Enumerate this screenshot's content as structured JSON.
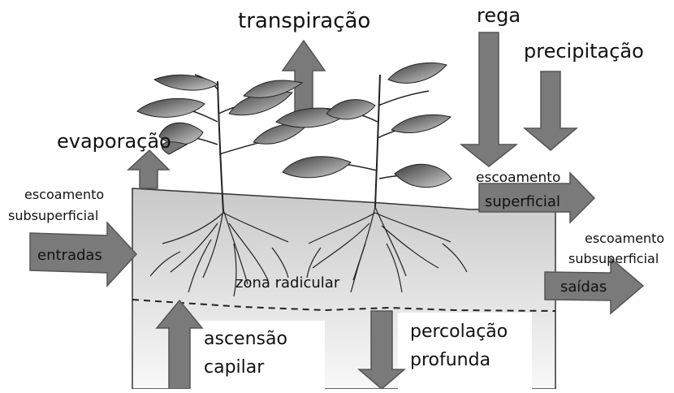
{
  "labels": {
    "transpiracao": "transpiração",
    "rega": "rega",
    "precipitacao": "precipitação",
    "evaporacao": "evaporação",
    "escoamento_superficial_1": "escoamento",
    "escoamento_superficial_2": "superficial",
    "escoamento_subsup_left_1": "escoamento",
    "escoamento_subsup_left_2": "subsuperficial",
    "escoamento_subsup_right_1": "escoamento",
    "escoamento_subsup_right_2": "subsuperficial",
    "entradas": "entradas",
    "saidas": "saídas",
    "zona_radicular": "zona radicular",
    "ascensao_1": "ascensão",
    "ascensao_2": "capilar",
    "percolacao_1": "percolação",
    "percolacao_2": "profunda"
  },
  "colors": {
    "arrow_fill": "#7a7a7a",
    "arrow_stroke": "#4a4a4a",
    "soil_top": "#cfcfcf",
    "soil_bottom": "#f7f7f7",
    "leaf_dark": "#3a3a3a",
    "leaf_light": "#b8b8b8",
    "text": "#111111"
  }
}
